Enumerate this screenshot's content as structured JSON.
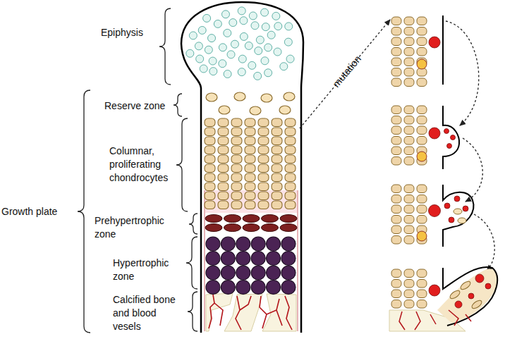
{
  "diagram": {
    "labels": [
      "Epiphysis",
      "Reserve zone",
      "Columnar, proliferating chondrocytes",
      "Growth plate",
      "Prehypertrophic zone",
      "Hypertrophic zone",
      "Calcified bone and blood vesels",
      "mutation"
    ]
  }
}
